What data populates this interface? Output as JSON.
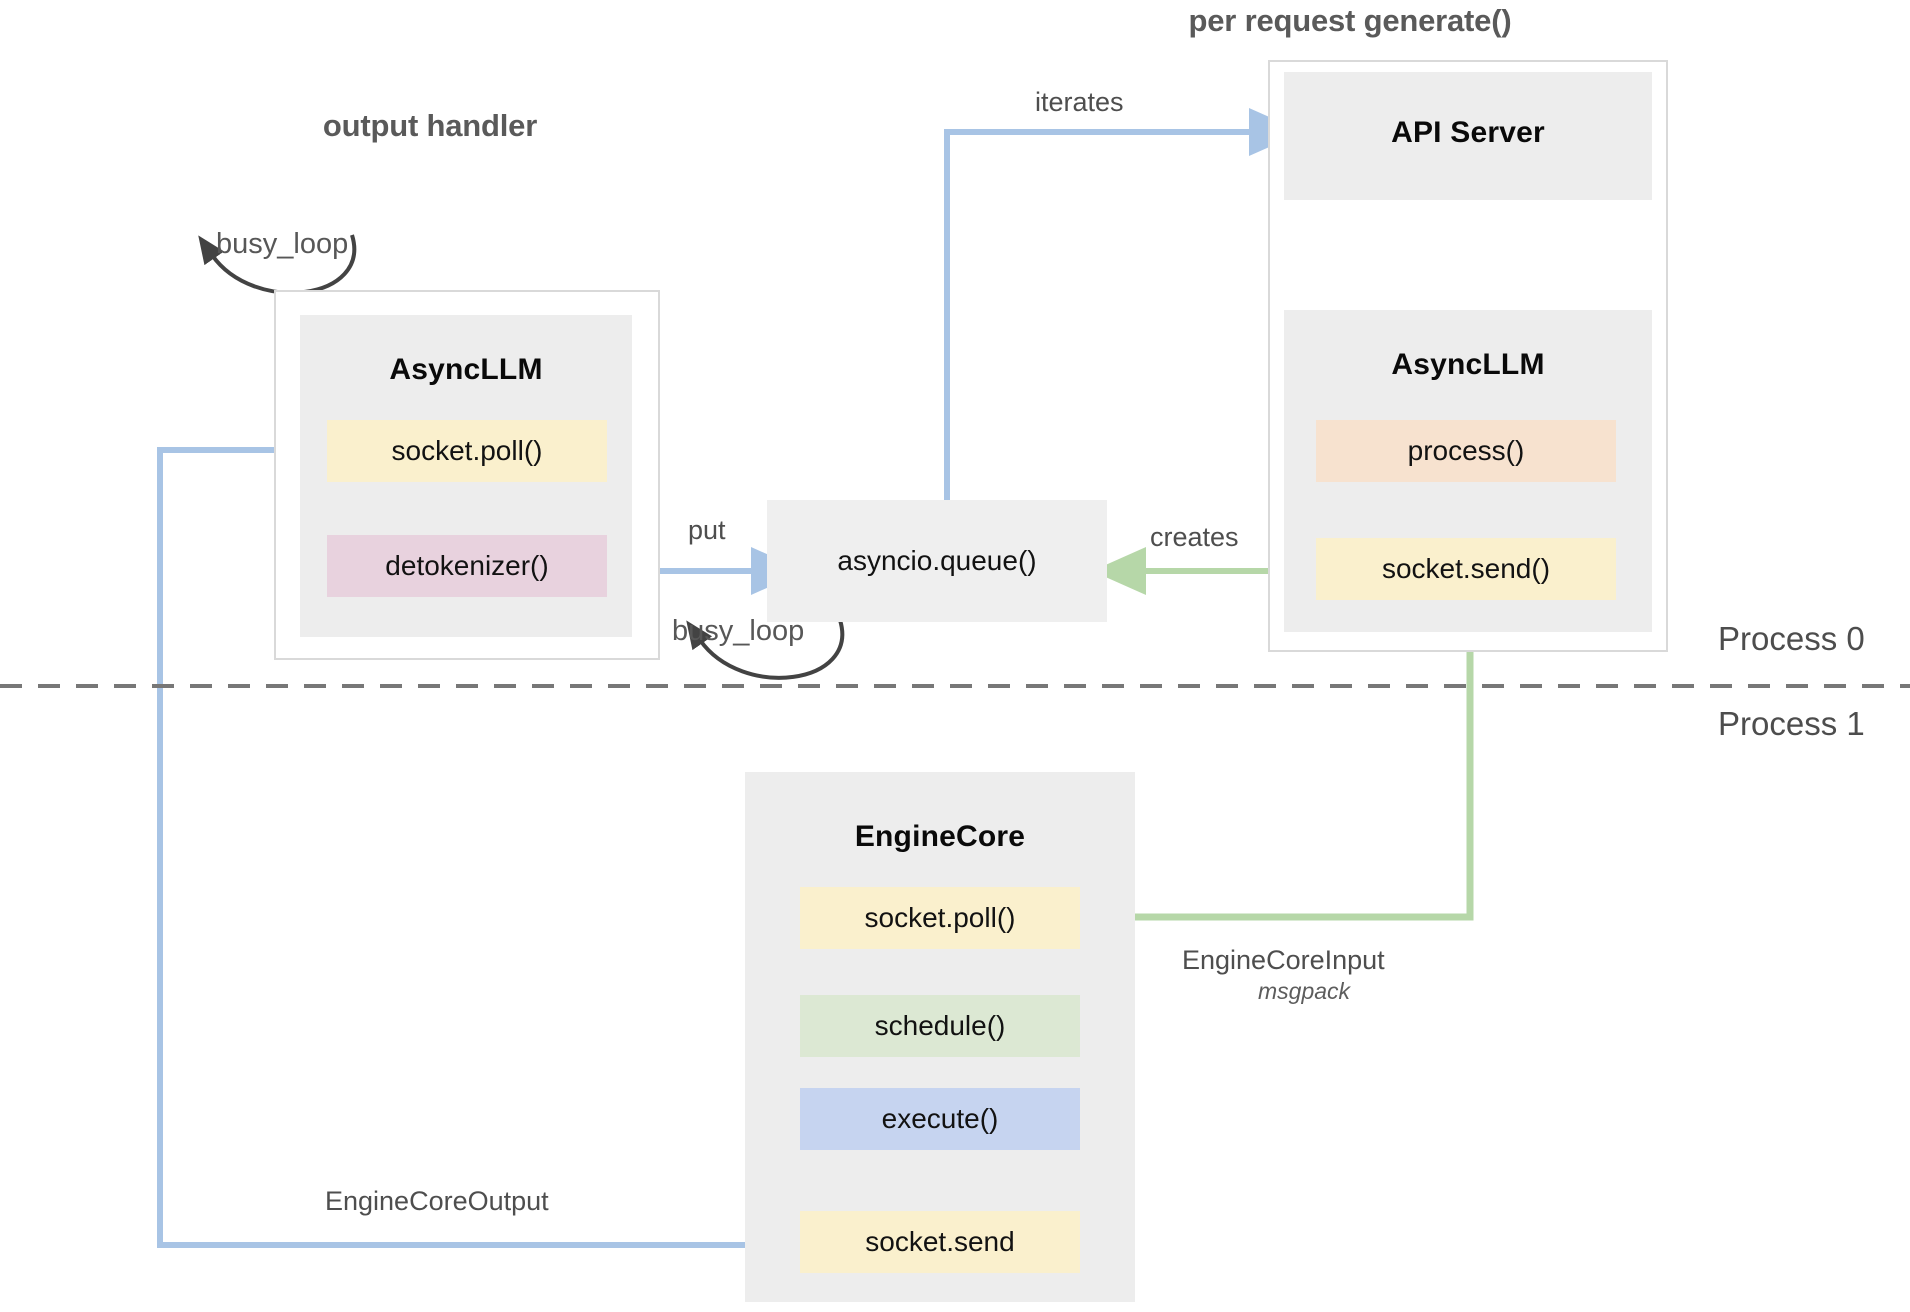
{
  "diagram": {
    "title_left": "output handler",
    "title_right": "per request generate()"
  },
  "groups": {
    "output_handler": {
      "label": "output handler",
      "component": {
        "title": "AsyncLLM",
        "methods": [
          {
            "label": "socket.poll()",
            "color": "#faf0cd"
          },
          {
            "label": "detokenizer()",
            "color": "#e8d2de"
          }
        ]
      },
      "self_loop_label": "busy_loop"
    },
    "per_request": {
      "label": "per request generate()",
      "components": [
        {
          "title": "API Server",
          "methods": []
        },
        {
          "title": "AsyncLLM",
          "methods": [
            {
              "label": "process()",
              "color": "#f7e2cf"
            },
            {
              "label": "socket.send()",
              "color": "#faf0cd"
            }
          ]
        }
      ]
    },
    "engine": {
      "component": {
        "title": "EngineCore",
        "methods": [
          {
            "label": "socket.poll()",
            "color": "#faf0cd"
          },
          {
            "label": "schedule()",
            "color": "#dce8d3"
          },
          {
            "label": "execute()",
            "color": "#c6d4f0"
          },
          {
            "label": "socket.send",
            "color": "#faf0cd"
          }
        ]
      },
      "self_loop_label": "busy_loop"
    }
  },
  "queue": {
    "label": "asyncio.queue()"
  },
  "edges": {
    "iterates": "iterates",
    "put": "put",
    "creates": "creates",
    "engine_core_input": "EngineCoreInput",
    "engine_core_input_format": "msgpack",
    "engine_core_output": "EngineCoreOutput"
  },
  "processes": {
    "top": "Process 0",
    "bottom": "Process 1"
  },
  "colors": {
    "arrow_blue": "#a8c4e5",
    "arrow_green": "#b6d7a8",
    "arrow_dark": "#434343",
    "divider": "#777777",
    "box_gray": "#ededed",
    "border_gray": "#d9d9d9"
  }
}
